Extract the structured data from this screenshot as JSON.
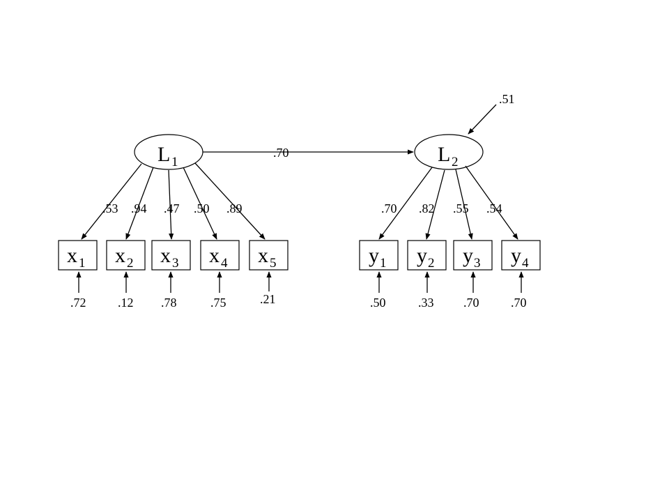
{
  "latents": [
    {
      "id": "L1",
      "letter": "L",
      "sub": "1"
    },
    {
      "id": "L2",
      "letter": "L",
      "sub": "2"
    }
  ],
  "structural_path": {
    "from": "L1",
    "to": "L2",
    "value": ".70"
  },
  "disturbance": {
    "target": "L2",
    "value": ".51"
  },
  "indicators": [
    {
      "id": "x1",
      "letter": "x",
      "sub": "1",
      "latent": "L1",
      "loading": ".53",
      "error": ".72"
    },
    {
      "id": "x2",
      "letter": "x",
      "sub": "2",
      "latent": "L1",
      "loading": ".94",
      "error": ".12"
    },
    {
      "id": "x3",
      "letter": "x",
      "sub": "3",
      "latent": "L1",
      "loading": ".47",
      "error": ".78"
    },
    {
      "id": "x4",
      "letter": "x",
      "sub": "4",
      "latent": "L1",
      "loading": ".50",
      "error": ".75"
    },
    {
      "id": "x5",
      "letter": "x",
      "sub": "5",
      "latent": "L1",
      "loading": ".89",
      "error": ".21"
    },
    {
      "id": "y1",
      "letter": "y",
      "sub": "1",
      "latent": "L2",
      "loading": ".70",
      "error": ".50"
    },
    {
      "id": "y2",
      "letter": "y",
      "sub": "2",
      "latent": "L2",
      "loading": ".82",
      "error": ".33"
    },
    {
      "id": "y3",
      "letter": "y",
      "sub": "3",
      "latent": "L2",
      "loading": ".55",
      "error": ".70"
    },
    {
      "id": "y4",
      "letter": "y",
      "sub": "4",
      "latent": "L2",
      "loading": ".54",
      "error": ".70"
    }
  ]
}
